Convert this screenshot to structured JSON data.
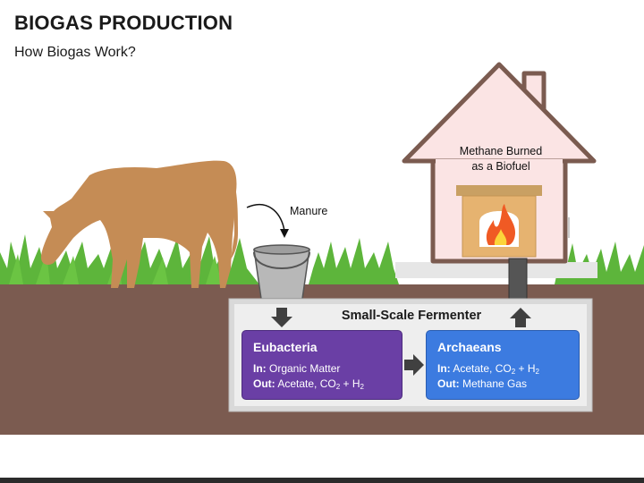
{
  "title": "BIOGAS PRODUCTION",
  "subtitle": "How Biogas Work?",
  "labels": {
    "house": [
      "Methane Burned",
      "as a Biofuel"
    ],
    "manure": "Manure",
    "fermenter": "Small-Scale Fermenter"
  },
  "eubacteria": {
    "title": "Eubacteria",
    "in_label": "In:",
    "in_value": " Organic Matter",
    "out_label": "Out:",
    "out_value": " Acetate, CO",
    "out_sub1": "2",
    "out_mid": " + H",
    "out_sub2": "2"
  },
  "archaeans": {
    "title": "Archaeans",
    "in_label": "In:",
    "in_value": " Acetate, CO",
    "in_sub1": "2",
    "in_mid": " + H",
    "in_sub2": "2",
    "out_label": "Out:",
    "out_value": " Methane Gas"
  },
  "colors": {
    "soil": "#7b5b50",
    "grass": "#5db53b",
    "cow": "#c58c55",
    "house_fill": "#fbe4e4",
    "house_stroke": "#7b5b50",
    "fermenter_bg": "#d9d9d9",
    "eubacteria": "#6a3fa5",
    "archaeans": "#3c7be0",
    "arrows": "#404040",
    "flame": "#f05a24"
  }
}
